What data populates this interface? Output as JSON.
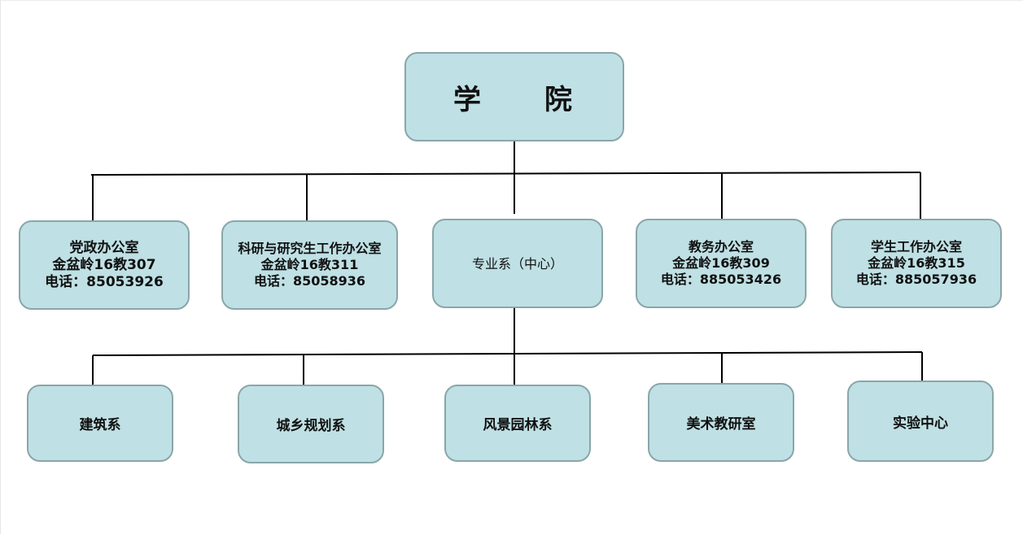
{
  "root": {
    "name": "学",
    "name2": "院"
  },
  "offices": [
    {
      "name": "党政办公室",
      "location": "金盆岭16教307",
      "phone": "电话：85053926"
    },
    {
      "name": "科研与研究生工作办公室",
      "location": "金盆岭16教311",
      "phone": "电话：85058936"
    },
    {
      "name": "专业系（中心）"
    },
    {
      "name": "教务办公室",
      "location": "金盆岭16教309",
      "phone": "电话：885053426"
    },
    {
      "name": "学生工作办公室",
      "location": "金盆岭16教315",
      "phone": "电话：885057936"
    }
  ],
  "departments": [
    {
      "name": "建筑系"
    },
    {
      "name": "城乡规划系"
    },
    {
      "name": "风景园林系"
    },
    {
      "name": "美术教研室"
    },
    {
      "name": "实验中心"
    }
  ],
  "colors": {
    "node_fill": "#bfe0e4",
    "node_border": "#8aa6a9",
    "connector": "#000000"
  }
}
